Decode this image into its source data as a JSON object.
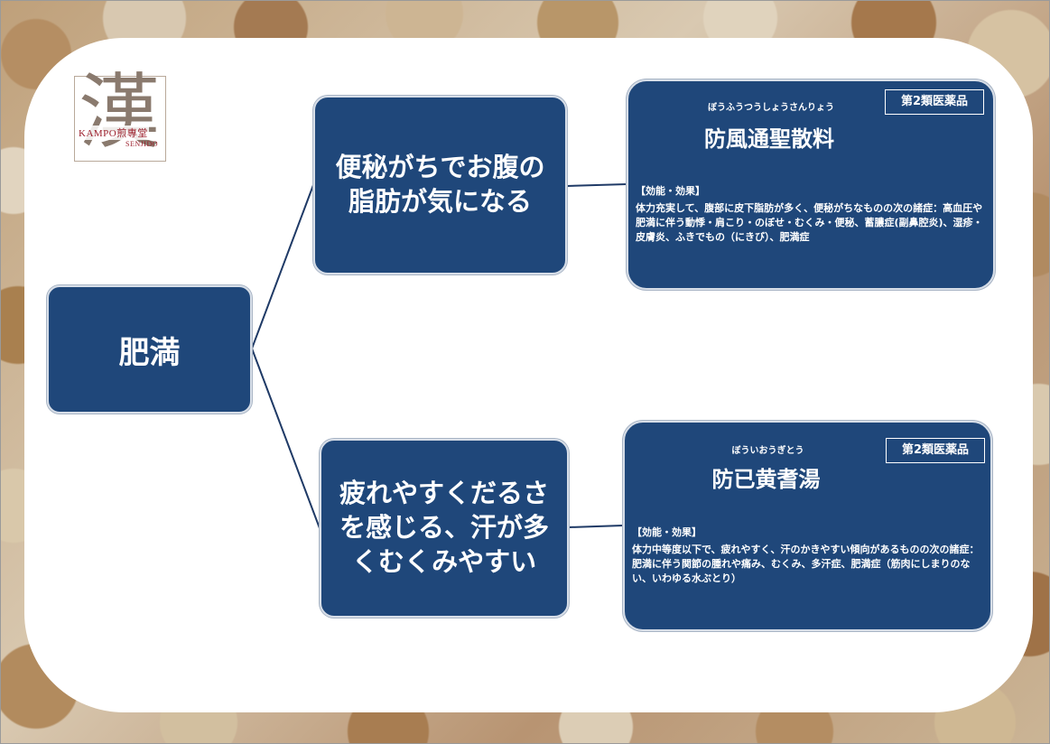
{
  "logo": {
    "kanji": "漢",
    "kampo": "KAMPO",
    "brand": "煎専堂",
    "senjido": "SENJIDO"
  },
  "root": {
    "label": "肥満"
  },
  "symptoms": [
    {
      "label": "便秘がちでお腹の脂肪が気になる"
    },
    {
      "label": "疲れやすくだるさを感じる、汗が多くむくみやすい"
    }
  ],
  "remedies": [
    {
      "badge": "第2類医薬品",
      "furigana": "ぼうふうつうしょうさんりょう",
      "name": "防風通聖散料",
      "effect_heading": "【効能・効果】",
      "effect_text": "体力充実して、腹部に皮下脂肪が多く、便秘がちなものの次の諸症：高血圧や肥満に伴う動悸・肩こり・のぼせ・むくみ・便秘、蓄膿症(副鼻腔炎)、湿疹・皮膚炎、ふきでもの（にきび）、肥満症"
    },
    {
      "badge": "第2類医薬品",
      "furigana": "ぼういおうぎとう",
      "name": "防已黄耆湯",
      "effect_heading": "【効能・効果】",
      "effect_text": "体力中等度以下で、疲れやすく、汗のかきやすい傾向があるものの次の諸症：肥満に伴う関節の腫れや痛み、むくみ、多汗症、肥満症（筋肉にしまりのない、いわゆる水ぶとり）"
    }
  ],
  "colors": {
    "box_fill": "#1f477a",
    "line": "#1f3a66",
    "logo_accent": "#9b1d2a"
  }
}
